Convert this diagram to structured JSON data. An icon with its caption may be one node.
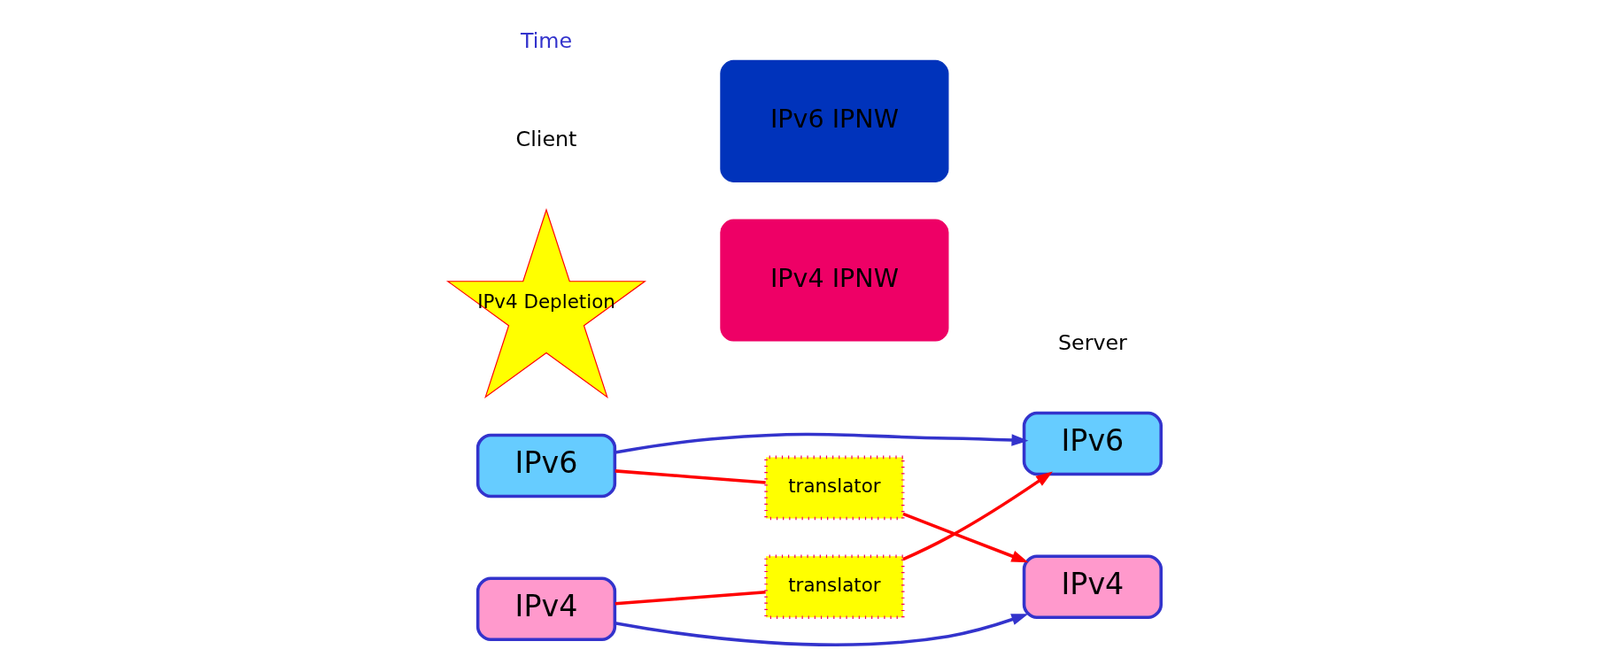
{
  "diagram": {
    "nodes": [
      {
        "text": [
          "IPv4"
        ]
      },
      {
        "text": [
          "IPv6"
        ]
      },
      {
        "text": [
          "IPv4 IPNW"
        ]
      },
      {
        "text": [
          "IPv6 IPNW"
        ]
      },
      {
        "text": [
          "translator"
        ]
      },
      {
        "text": [
          "translator"
        ]
      },
      {
        "text": [
          "IPv4"
        ]
      },
      {
        "text": [
          "IPv6"
        ]
      },
      {
        "text": [
          "IPv4 Depletion"
        ]
      }
    ],
    "edges": [
      {
        "from": 0,
        "to": 6,
        "arrow": "to",
        "color": "#3333cc"
      },
      {
        "from": 0,
        "to": 4,
        "arrow": "none",
        "color": "#ff0000"
      },
      {
        "from": 4,
        "to": 7,
        "arrow": "to",
        "color": "#ff0000"
      },
      {
        "from": 1,
        "to": 5,
        "arrow": "none",
        "color": "#ff0000"
      },
      {
        "from": 5,
        "to": 6,
        "arrow": "to",
        "color": "#ff0000"
      },
      {
        "from": 1,
        "to": 7,
        "arrow": "to",
        "color": "#3333cc"
      }
    ],
    "labels": [
      "Client",
      "Server",
      "Time"
    ]
  }
}
